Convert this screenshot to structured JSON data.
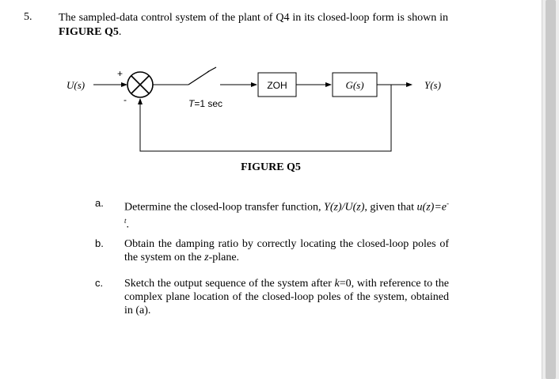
{
  "question": {
    "number": "5.",
    "stem_before": "The sampled-data control system of the plant of Q4 in its closed-loop form is shown in ",
    "stem_ref": "FIGURE Q5",
    "stem_after": "."
  },
  "diagram": {
    "input_label": "U(s)",
    "output_label": "Y(s)",
    "plus_sign": "+",
    "minus_sign": "-",
    "sampler_label": "T=1 sec",
    "zoh_label": "ZOH",
    "plant_label": "G(s)"
  },
  "figure_caption": "FIGURE Q5",
  "parts": [
    {
      "label": "a.",
      "text_before": "Determine the closed-loop transfer function, ",
      "text_math": "Y(z)/U(z)",
      "text_mid": ", given that ",
      "text_math2": "u(z)=e",
      "text_sup": "-t",
      "text_after": "."
    },
    {
      "label": "b.",
      "text_before": "Obtain the damping ratio by correctly locating the closed-loop poles of the system on the ",
      "text_math": "z",
      "text_after": "-plane."
    },
    {
      "label": "c.",
      "text_before": "Sketch the output sequence of the system after ",
      "text_math": "k",
      "text_after": "=0, with reference to the complex plane location of the closed-loop poles of the system, obtained in (a)."
    }
  ]
}
